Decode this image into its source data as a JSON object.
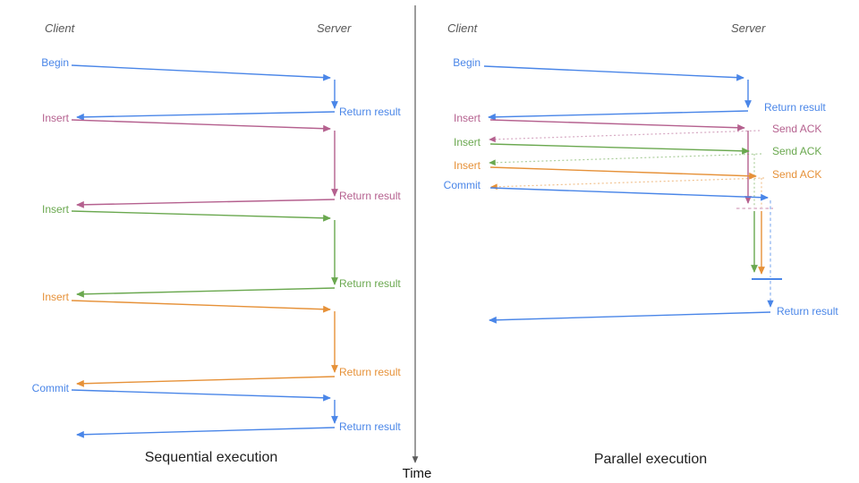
{
  "panels": {
    "sequential": {
      "title": "Sequential execution",
      "client": "Client",
      "server": "Server",
      "ops": [
        {
          "label": "Begin",
          "result": "Return result"
        },
        {
          "label": "Insert",
          "result": "Return result"
        },
        {
          "label": "Insert",
          "result": "Return result"
        },
        {
          "label": "Insert",
          "result": "Return result"
        },
        {
          "label": "Commit",
          "result": "Return result"
        }
      ]
    },
    "parallel": {
      "title": "Parallel execution",
      "client": "Client",
      "server": "Server",
      "ops": [
        {
          "label": "Begin",
          "result": "Return result"
        },
        {
          "label": "Insert",
          "ack": "Send ACK"
        },
        {
          "label": "Insert",
          "ack": "Send ACK"
        },
        {
          "label": "Insert",
          "ack": "Send ACK"
        },
        {
          "label": "Commit",
          "result": "Return result"
        }
      ]
    }
  },
  "time_axis": {
    "label": "Time"
  },
  "colors": {
    "blue": "#4a86e8",
    "pink": "#b5618f",
    "green": "#6aa84f",
    "orange": "#e69138",
    "axis_gray": "#5b5b5b",
    "header_gray": "#575757",
    "title_black": "#212121"
  }
}
